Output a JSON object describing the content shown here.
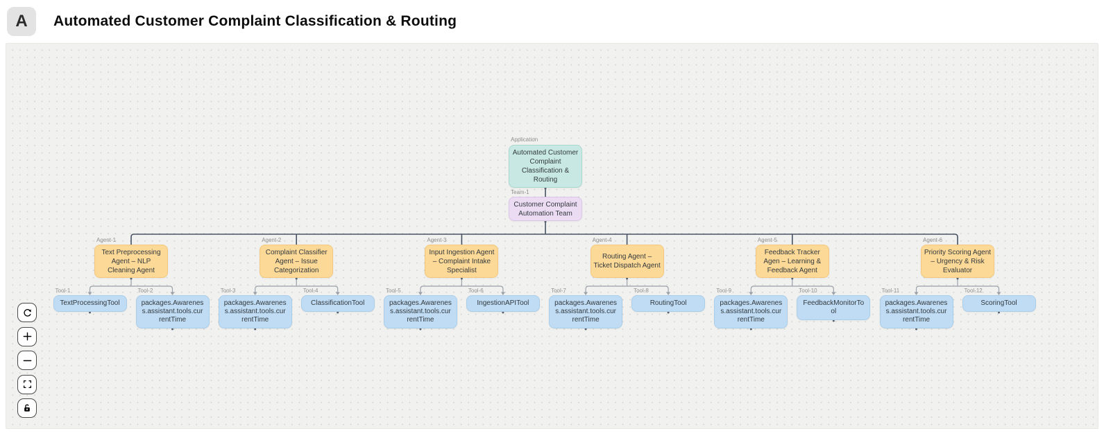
{
  "header": {
    "logo": "A",
    "title": "Automated Customer Complaint Classification & Routing"
  },
  "colors": {
    "application_fill": "#c7e8e3",
    "application_border": "#a9d8d1",
    "team_fill": "#ecdcf3",
    "team_border": "#dcc4e9",
    "agent_fill": "#fcd996",
    "agent_border": "#f3c87e",
    "tool_fill": "#bfdcf4",
    "tool_border": "#aacde9",
    "edge_dark": "#475263",
    "edge_light": "#9aa1a9",
    "canvas_bg": "#f1f1ef",
    "tag_text": "#8f8f8f"
  },
  "diagram": {
    "application": {
      "tag": "Application",
      "label": "Automated Customer Complaint Classification & Routing"
    },
    "team": {
      "tag": "Team-1",
      "label": "Customer Complaint Automation Team"
    },
    "agents": [
      {
        "tag": "Agent-1",
        "label": "Text Preprocessing Agent – NLP Cleaning Agent",
        "tools": [
          {
            "tag": "Tool-1",
            "label": "TextProcessingTool"
          },
          {
            "tag": "Tool-2",
            "label": "packages.Awareness.assistant.tools.currentTime"
          }
        ]
      },
      {
        "tag": "Agent-2",
        "label": "Complaint Classifier Agent – Issue Categorization",
        "tools": [
          {
            "tag": "Tool-3",
            "label": "packages.Awareness.assistant.tools.currentTime"
          },
          {
            "tag": "Tool-4",
            "label": "ClassificationTool"
          }
        ]
      },
      {
        "tag": "Agent-3",
        "label": "Input Ingestion Agent – Complaint Intake Specialist",
        "tools": [
          {
            "tag": "Tool-5",
            "label": "packages.Awareness.assistant.tools.currentTime"
          },
          {
            "tag": "Tool-6",
            "label": "IngestionAPITool"
          }
        ]
      },
      {
        "tag": "Agent-4",
        "label": "Routing Agent – Ticket Dispatch Agent",
        "tools": [
          {
            "tag": "Tool-7",
            "label": "packages.Awareness.assistant.tools.currentTime"
          },
          {
            "tag": "Tool-8",
            "label": "RoutingTool"
          }
        ]
      },
      {
        "tag": "Agent-5",
        "label": "Feedback Tracker Agen – Learning & Feedback Agent",
        "tools": [
          {
            "tag": "Tool-9",
            "label": "packages.Awareness.assistant.tools.currentTime"
          },
          {
            "tag": "Tool-10",
            "label": "FeedbackMonitorTool"
          }
        ]
      },
      {
        "tag": "Agent-6",
        "label": "Priority Scoring Agent – Urgency & Risk Evaluator",
        "tools": [
          {
            "tag": "Tool-11",
            "label": "packages.Awareness.assistant.tools.currentTime"
          },
          {
            "tag": "Tool-12",
            "label": "ScoringTool"
          }
        ]
      }
    ]
  },
  "controls": {
    "buttons": [
      {
        "icon": "rotate-cw-icon"
      },
      {
        "icon": "plus-icon"
      },
      {
        "icon": "minus-icon"
      },
      {
        "icon": "fit-view-icon"
      },
      {
        "icon": "lock-icon"
      }
    ]
  }
}
